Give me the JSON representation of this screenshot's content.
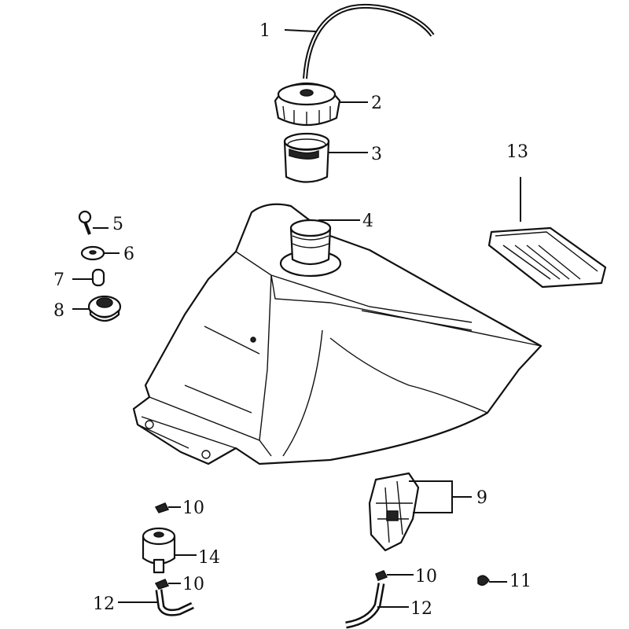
{
  "title": "Fuel tank assembly exploded parts diagram",
  "callouts": {
    "c1": "1",
    "c2": "2",
    "c3": "3",
    "c4": "4",
    "c5": "5",
    "c6": "6",
    "c7": "7",
    "c8": "8",
    "c9": "9",
    "c10a": "10",
    "c10b": "10",
    "c10c": "10",
    "c11": "11",
    "c12a": "12",
    "c12b": "12",
    "c13": "13",
    "c14": "14"
  }
}
